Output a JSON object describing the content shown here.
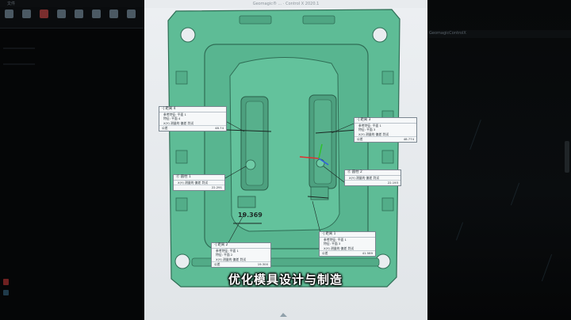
{
  "app": {
    "window_title": "Geomagic® ... · Control X 2020.1",
    "menu": [
      "",
      "文件",
      "",
      "",
      "",
      ""
    ],
    "tools": [
      "",
      "",
      "",
      "",
      "",
      "",
      "",
      "",
      ""
    ],
    "right_tab": "GeomagicControlX"
  },
  "colors": {
    "model_fill": "#5ebc96",
    "model_edge": "#2f6d55",
    "background": "#000000",
    "window_bg": "#e3e7ea",
    "axis_x": "#e03030",
    "axis_y": "#30c030",
    "axis_z": "#3060e0"
  },
  "callouts": {
    "c1": {
      "title": "-| 距离 4",
      "r1": "参考特征: 平面 1",
      "r2": "特征: 平面 4",
      "r3": "X(Y) 测量的 偏差 判试",
      "tol_label": "公差",
      "value": "48.74"
    },
    "c2": {
      "title": "-| 距离 3",
      "r1": "参考特征: 平面 1",
      "r2": "特征: 平面 3",
      "r3": "X(Y) 测量的 偏差 判试",
      "tol_label": "公差",
      "value": "48.774"
    },
    "c3": {
      "title": "ⓓ 圆柱 1",
      "r1": "X(Y) 测量的 偏差 判试",
      "tol_label": "",
      "value": "22.291"
    },
    "c4": {
      "title": "ⓓ 圆柱 2",
      "r1": "X(Y) 测量的 偏差 判试",
      "tol_label": "",
      "value": "22.193"
    },
    "c5": {
      "title": "-| 距离 1",
      "r1": "参考特征: 平面 1",
      "r2": "特征: 平面 3",
      "r3": "X(Y) 测量的 偏差 判试",
      "tol_label": "公差",
      "value": "41.589"
    },
    "c6": {
      "title": "-| 距离 2",
      "r1": "参考特征: 平面 1",
      "r2": "特征: 平面 2",
      "r3": "X(Y) 测量的 偏差 判试",
      "tol_label": "公差",
      "value": "19.300"
    }
  },
  "dimension_label": "19.369",
  "subtitle": "优化模具设计与制造"
}
